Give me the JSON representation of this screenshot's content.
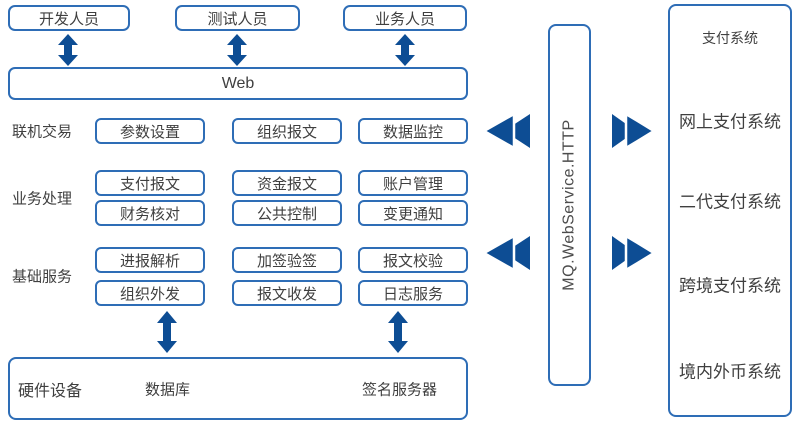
{
  "colors": {
    "box_border": "#2e6db6",
    "arrow_fill": "#0d4d94",
    "text": "#3f3f3f",
    "background": "#ffffff"
  },
  "top_users": [
    "开发人员",
    "测试人员",
    "业务人员"
  ],
  "web": {
    "label": "Web"
  },
  "sections": [
    {
      "label": "联机交易",
      "rows": [
        [
          "参数设置",
          "组织报文",
          "数据监控"
        ]
      ]
    },
    {
      "label": "业务处理",
      "rows": [
        [
          "支付报文",
          "资金报文",
          "账户管理"
        ],
        [
          "财务核对",
          "公共控制",
          "变更通知"
        ]
      ]
    },
    {
      "label": "基础服务",
      "rows": [
        [
          "进报解析",
          "加签验签",
          "报文校验"
        ],
        [
          "组织外发",
          "报文收发",
          "日志服务"
        ]
      ]
    }
  ],
  "hardware": {
    "label": "硬件设备",
    "items": [
      "数据库",
      "签名服务器"
    ]
  },
  "middleware": {
    "label": "MQ.WebService.HTTP"
  },
  "payment_panel": {
    "title": "支付系统",
    "items": [
      "网上支付系统",
      "二代支付系统",
      "跨境支付系统",
      "境内外币系统"
    ]
  },
  "icons": {
    "vertical_double_arrow": "up-down-arrow",
    "left_double_chevron": "fast-backward-arrow",
    "right_double_chevron": "fast-forward-arrow"
  }
}
